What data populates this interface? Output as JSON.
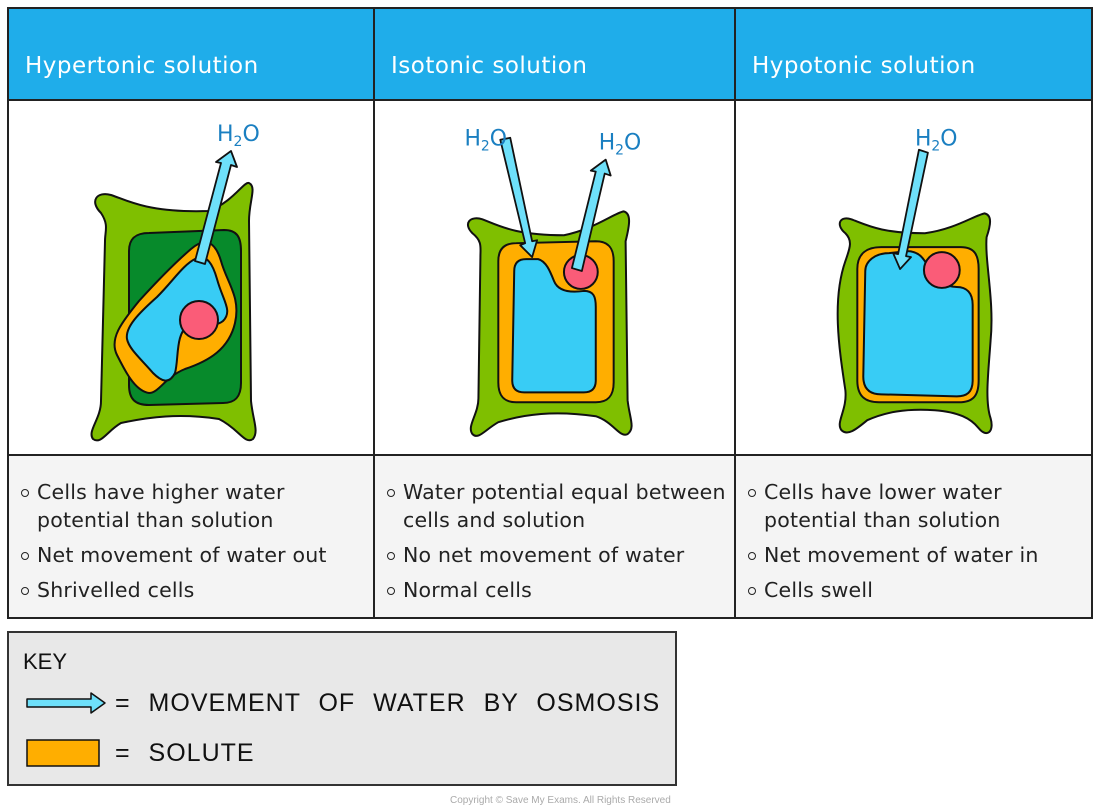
{
  "columns": [
    {
      "title": "Hypertonic solution",
      "labels": [
        "H",
        "2",
        "O"
      ],
      "arrows": [
        "out"
      ],
      "bullets": [
        "Cells have higher water potential than solution",
        "Net movement of water out",
        "Shrivelled cells"
      ]
    },
    {
      "title": "Isotonic solution",
      "labels": [
        "H",
        "2",
        "O"
      ],
      "arrows": [
        "in",
        "out"
      ],
      "bullets": [
        "Water potential equal between cells and solution",
        "No net movement of water",
        "Normal cells"
      ]
    },
    {
      "title": "Hypotonic solution",
      "labels": [
        "H",
        "2",
        "O"
      ],
      "arrows": [
        "in"
      ],
      "bullets": [
        "Cells have  lower water potential than solution",
        "Net movement of water in",
        "Cells swell"
      ]
    }
  ],
  "key": {
    "title": "KEY",
    "items": [
      {
        "symbol": "arrow-icon",
        "label": "= MOVEMENT  OF  WATER  BY  OSMOSIS"
      },
      {
        "symbol": "solute-swatch",
        "label": "= SOLUTE"
      }
    ]
  },
  "colors": {
    "header": "#1fadea",
    "cell_wall": "#7fbf00",
    "cytoplasm_shrunk": "#078a2b",
    "solute": "#ffae00",
    "vacuole": "#38ccf5",
    "nucleus": "#fa5c78",
    "arrow": "#6ee0fa"
  },
  "copyright": "Copyright © Save My Exams. All Rights Reserved"
}
